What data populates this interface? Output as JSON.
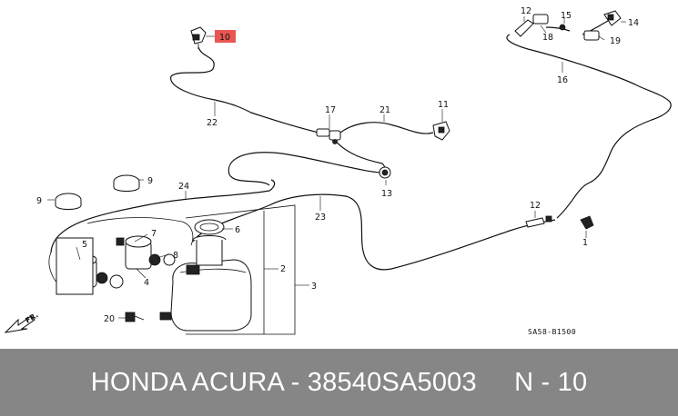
{
  "diagram": {
    "part_numbers": [
      "1",
      "2",
      "3",
      "4",
      "5",
      "6",
      "7",
      "8",
      "9",
      "9",
      "10",
      "11",
      "12",
      "12",
      "13",
      "14",
      "15",
      "16",
      "17",
      "18",
      "19",
      "20",
      "21",
      "22",
      "23",
      "24"
    ],
    "highlighted_part": "10",
    "highlight_color": "#e53935",
    "drawing_code": "SA58-B1500",
    "front_label": "FR."
  },
  "footer": {
    "brand": "HONDA ACURA",
    "separator": " - ",
    "part_number": "38540SA5003",
    "ref_label": "N - 10",
    "background_color": "#868686"
  }
}
